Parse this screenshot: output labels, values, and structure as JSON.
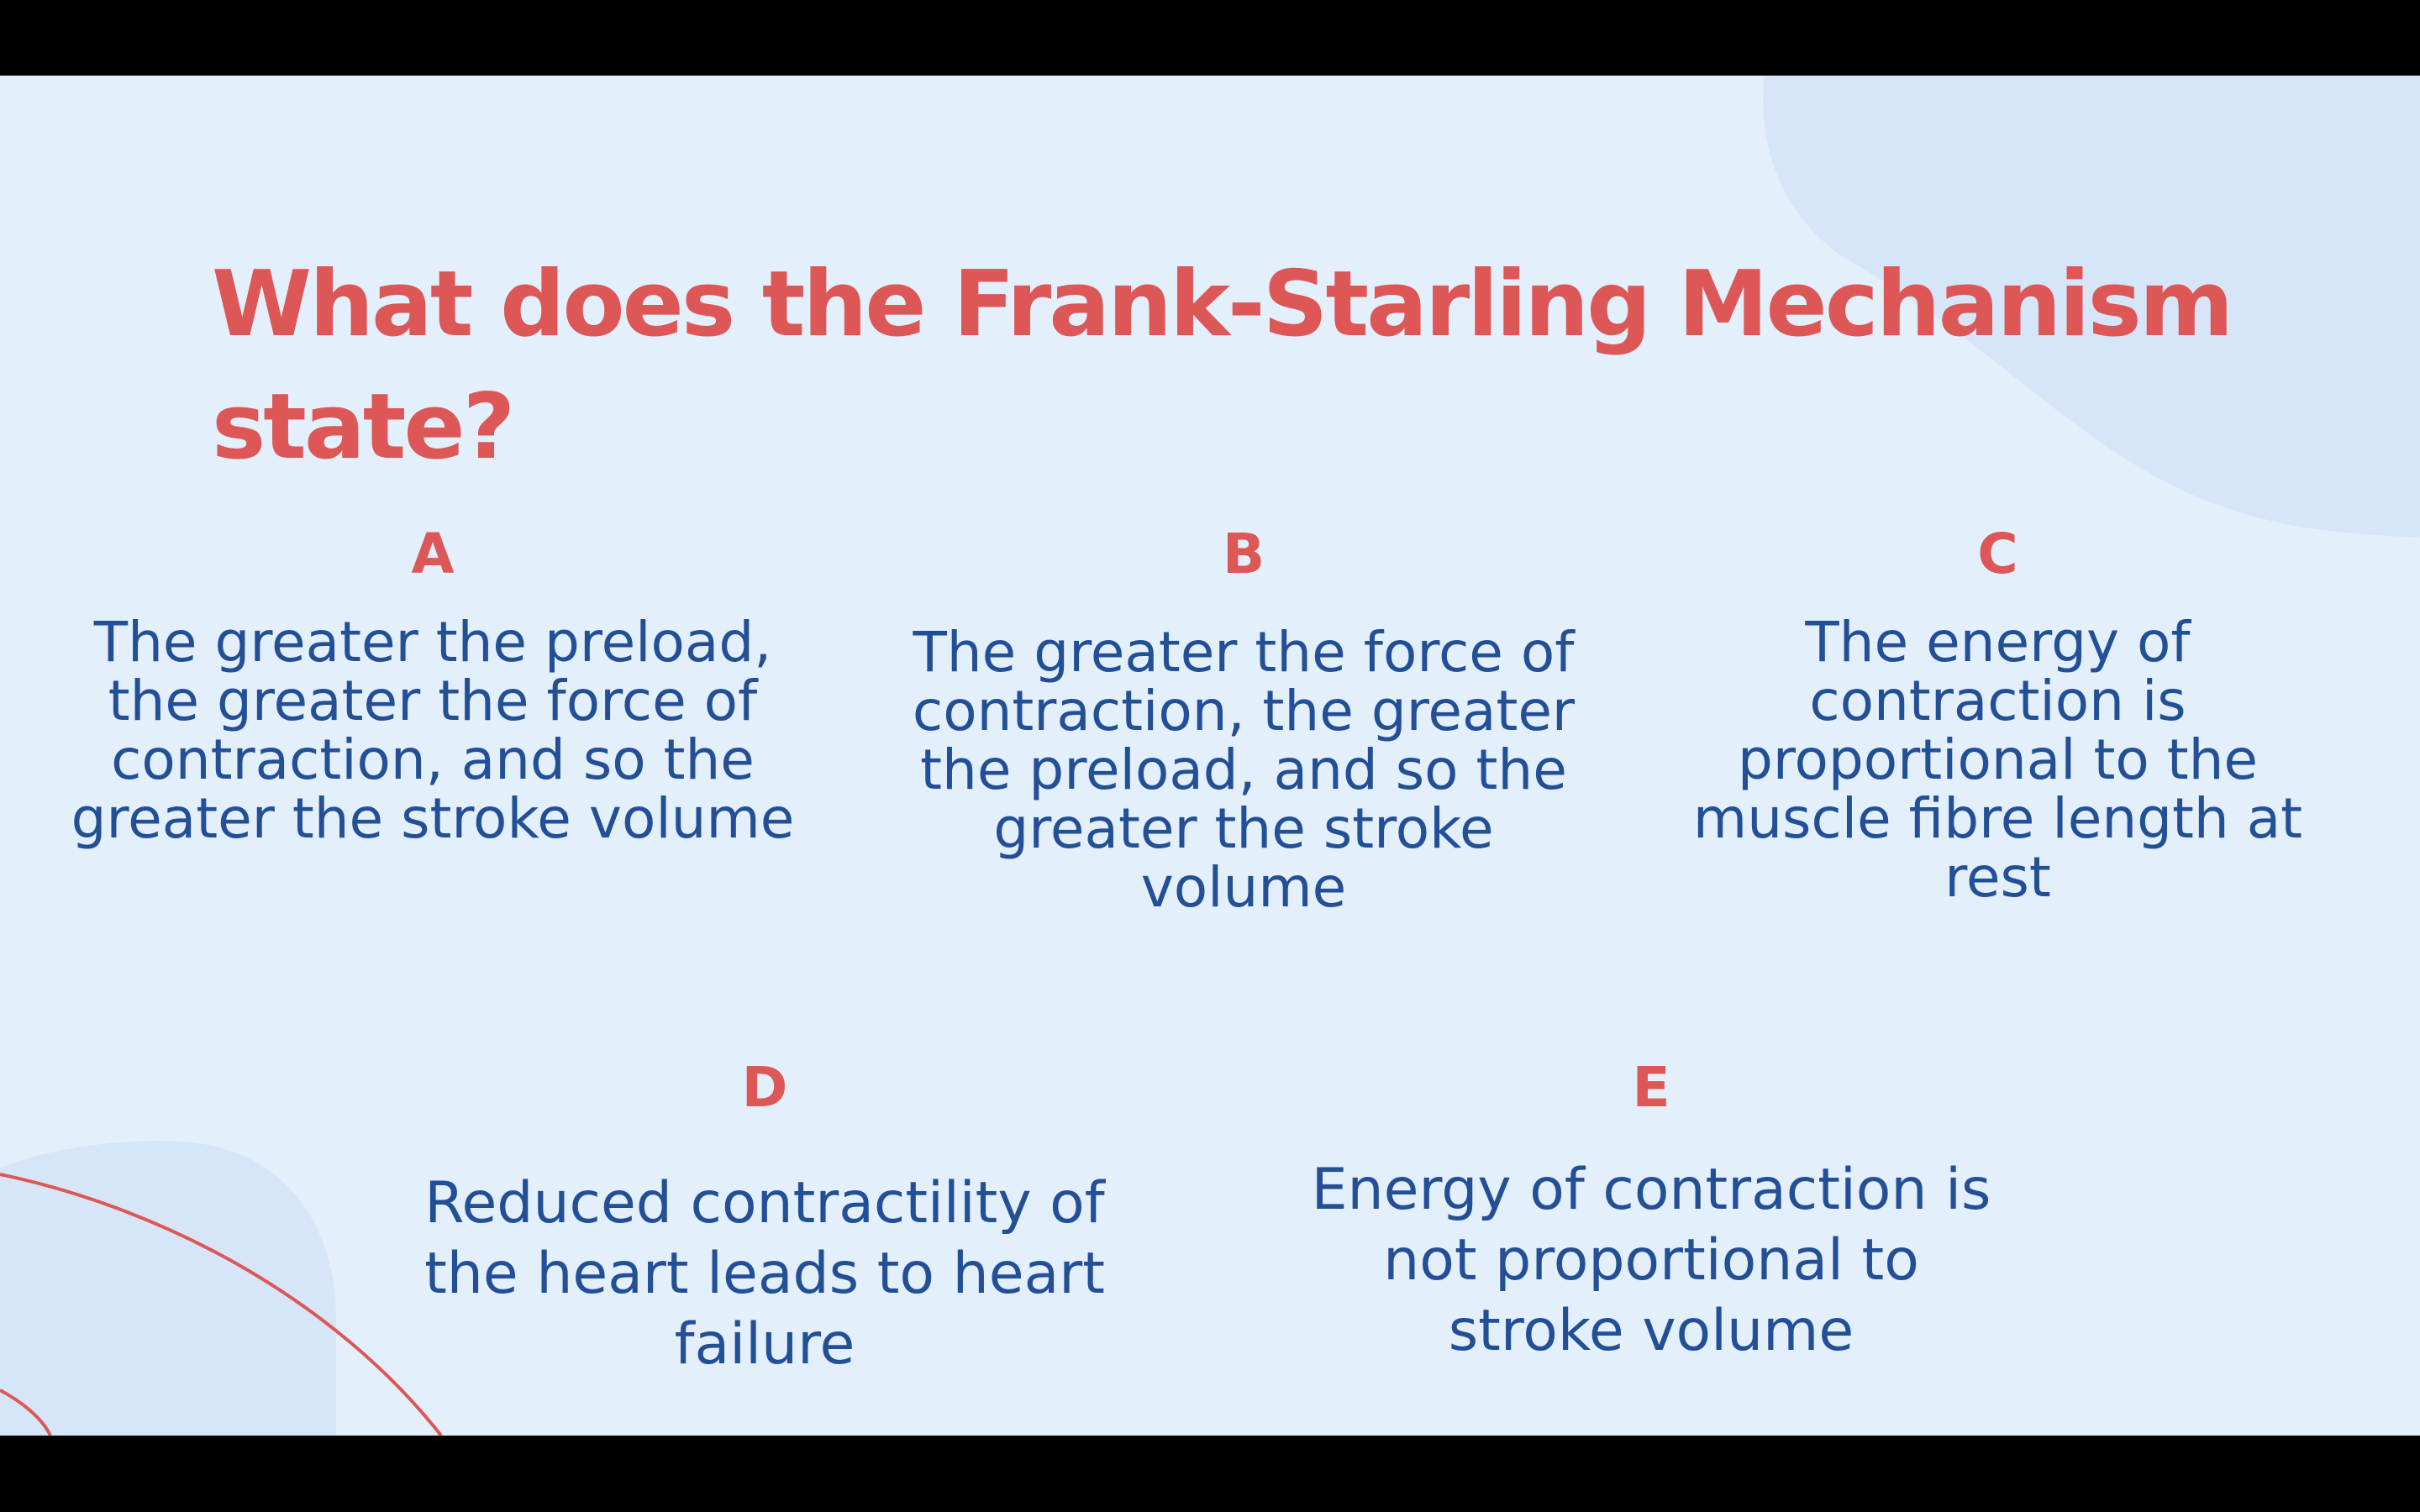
{
  "slide": {
    "title": "What does the Frank-Starling Mechanism state?",
    "colors": {
      "background": "#e3effb",
      "blob": "#d6e6f8",
      "accent": "#dd5757",
      "text": "#234f96",
      "letterbox": "#000000"
    },
    "options": [
      {
        "letter": "A",
        "text": "The greater the preload, the greater the force of contraction, and so the greater the stroke volume"
      },
      {
        "letter": "B",
        "text": "The greater the force of contraction, the greater the preload, and so the greater the stroke volume"
      },
      {
        "letter": "C",
        "text": "The energy of contraction is proportional to the muscle fibre length at rest"
      },
      {
        "letter": "D",
        "text": "Reduced contractility of the heart leads to heart failure"
      },
      {
        "letter": "E",
        "text": "Energy of contraction is not proportional to stroke volume"
      }
    ]
  }
}
